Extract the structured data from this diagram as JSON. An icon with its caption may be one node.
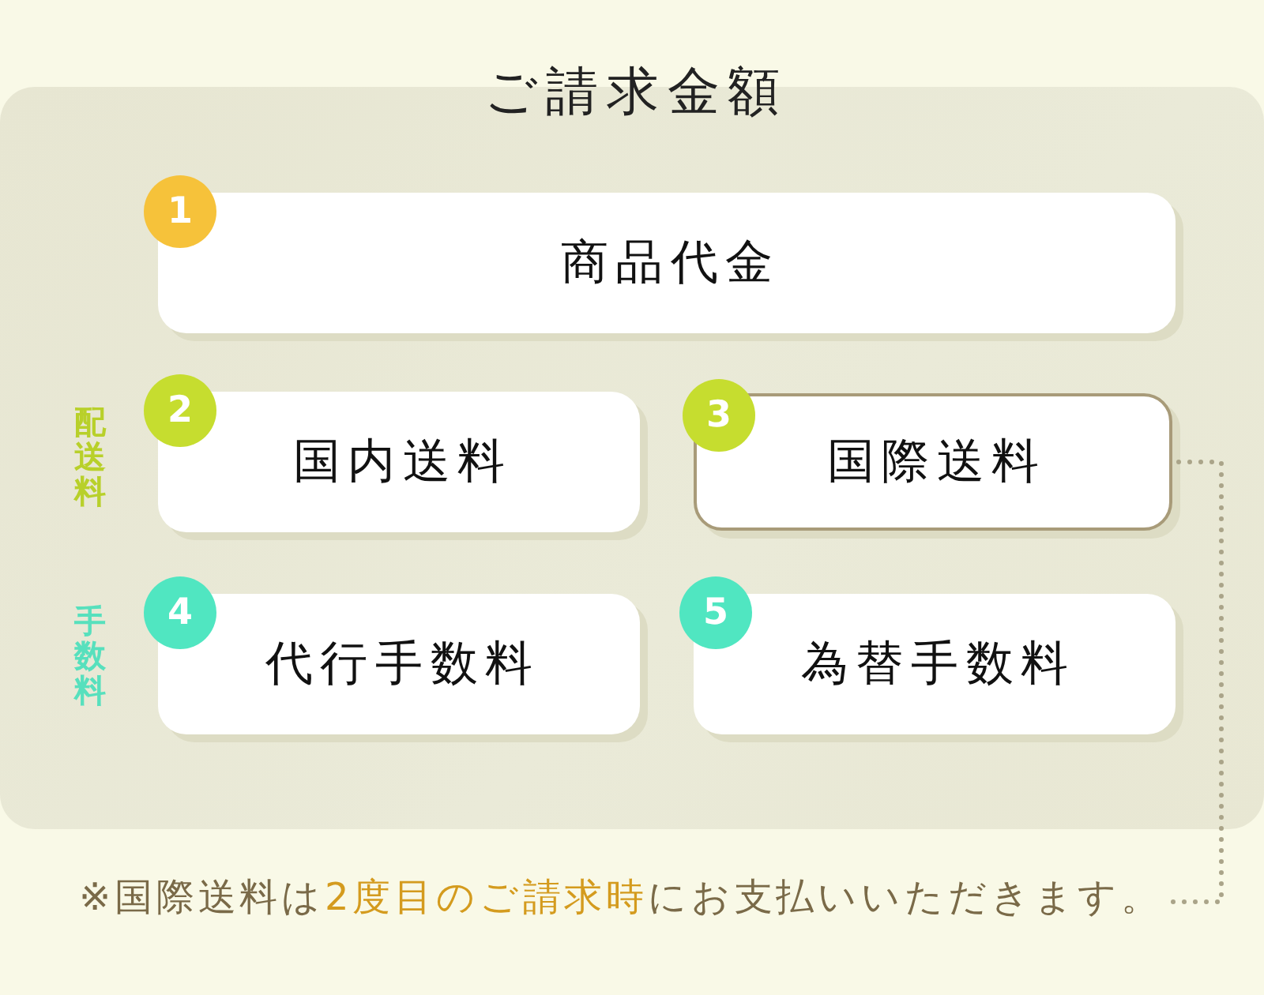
{
  "diagram": {
    "nodes": [
      {
        "text": [
          "ご請求金額"
        ]
      },
      {
        "text": [
          "1",
          "商品代金"
        ],
        "in": 0
      },
      {
        "text": [
          "2",
          "国内送料"
        ],
        "in": 0
      },
      {
        "text": [
          "3",
          "国際送料"
        ],
        "in": 0
      },
      {
        "text": [
          "4",
          "代行手数料"
        ],
        "in": 0
      },
      {
        "text": [
          "5",
          "為替手数料"
        ],
        "in": 0
      },
      {
        "text": [
          "※国際送料は**2度目のご請求時**にお支払いいただきます。"
        ]
      }
    ],
    "edges": [
      {
        "from": 3,
        "to": 6,
        "arrow": "none",
        "style": "dashed"
      }
    ],
    "labels": [
      "配送料",
      "手数料"
    ]
  }
}
